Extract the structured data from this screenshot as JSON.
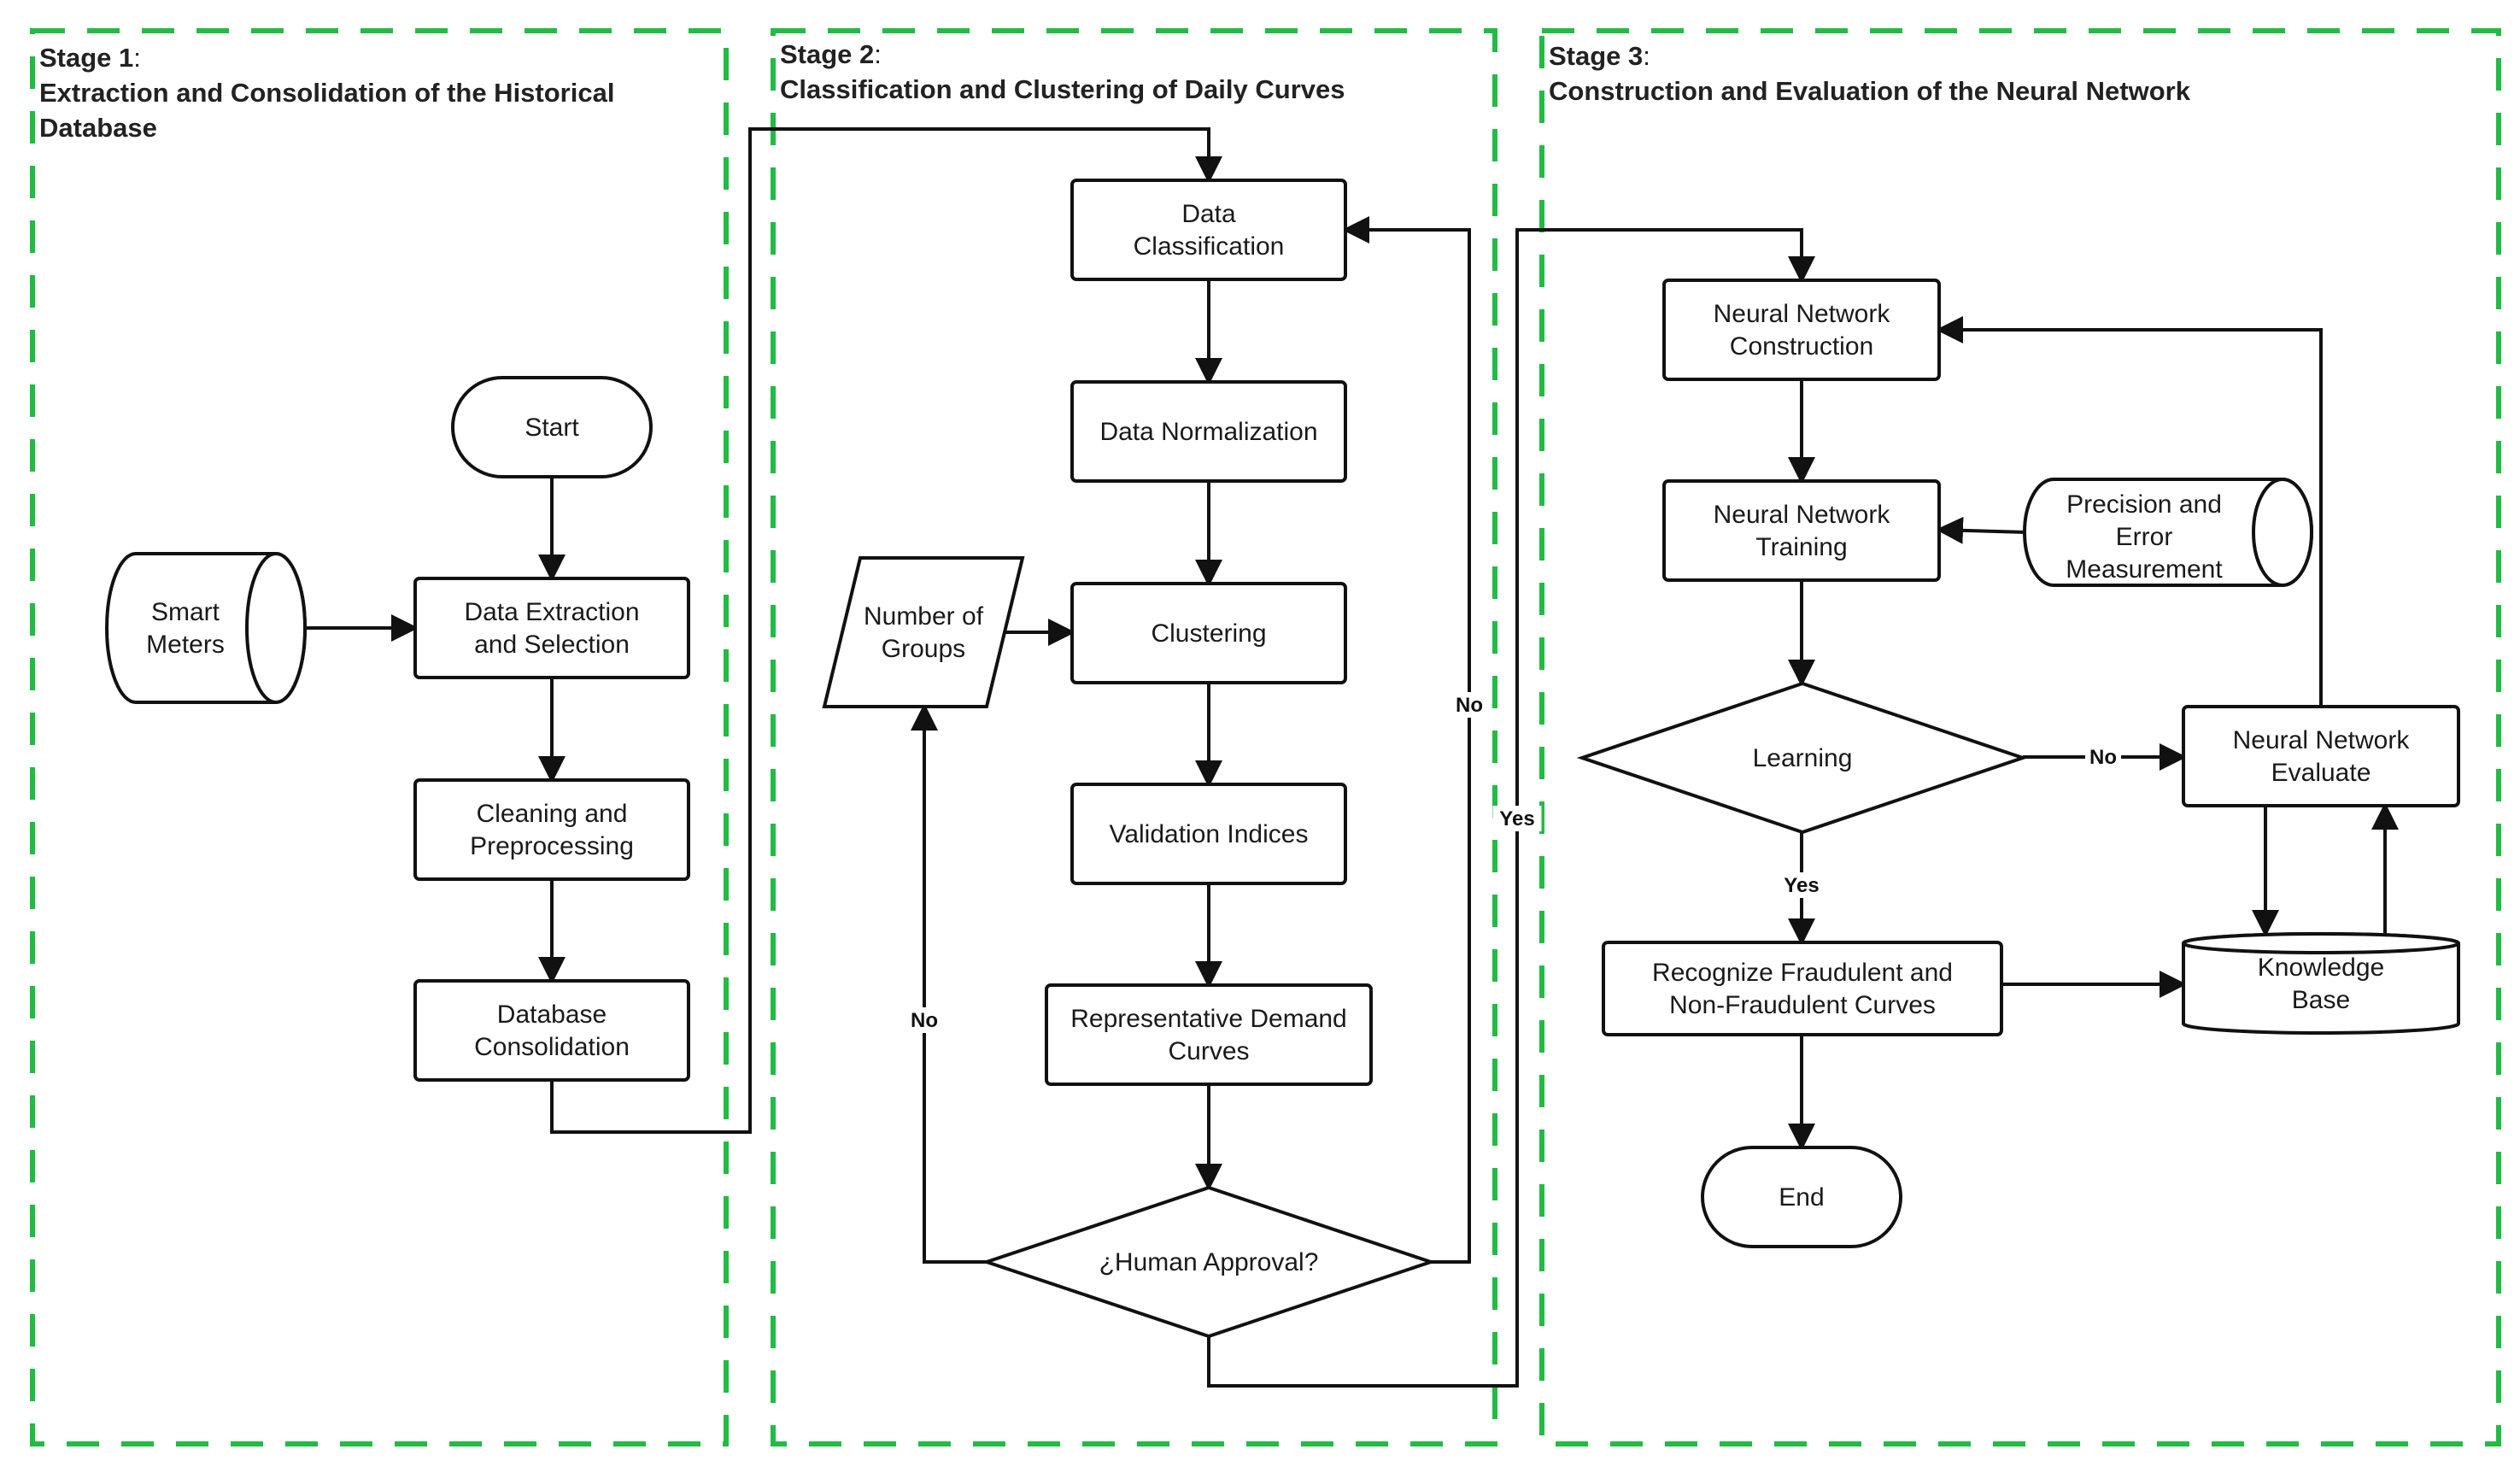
{
  "colors": {
    "stage_border": "#22bb44",
    "stroke": "#111111",
    "background": "#ffffff"
  },
  "stages": [
    {
      "id": "stage1",
      "prefix": "Stage 1",
      "suffix": ":",
      "title_lines": [
        "Extraction and Consolidation of the Historical",
        "Database"
      ]
    },
    {
      "id": "stage2",
      "prefix": "Stage 2",
      "suffix": ":",
      "title_lines": [
        "Classification and Clustering of Daily Curves"
      ]
    },
    {
      "id": "stage3",
      "prefix": "Stage 3",
      "suffix": ":",
      "title_lines": [
        "Construction and Evaluation of the Neural Network"
      ]
    }
  ],
  "nodes": {
    "start": {
      "shape": "terminal",
      "lines": [
        "Start"
      ]
    },
    "smart_meters": {
      "shape": "cylinder-horizontal",
      "lines": [
        "Smart",
        "Meters"
      ]
    },
    "data_extraction": {
      "shape": "process",
      "lines": [
        "Data Extraction",
        "and Selection"
      ]
    },
    "cleaning": {
      "shape": "process",
      "lines": [
        "Cleaning and",
        "Preprocessing"
      ]
    },
    "db_consolidation": {
      "shape": "process",
      "lines": [
        "Database",
        "Consolidation"
      ]
    },
    "data_classification": {
      "shape": "process",
      "lines": [
        "Data",
        "Classification"
      ]
    },
    "data_normalization": {
      "shape": "process",
      "lines": [
        "Data Normalization"
      ]
    },
    "number_of_groups": {
      "shape": "data",
      "lines": [
        "Number of",
        "Groups"
      ]
    },
    "clustering": {
      "shape": "process",
      "lines": [
        "Clustering"
      ]
    },
    "validation_indices": {
      "shape": "process",
      "lines": [
        "Validation Indices"
      ]
    },
    "representative_curves": {
      "shape": "process",
      "lines": [
        "Representative Demand",
        "Curves"
      ]
    },
    "human_approval": {
      "shape": "decision",
      "lines": [
        "¿Human Approval?"
      ]
    },
    "nn_construction": {
      "shape": "process",
      "lines": [
        "Neural Network",
        "Construction"
      ]
    },
    "nn_training": {
      "shape": "process",
      "lines": [
        "Neural Network",
        "Training"
      ]
    },
    "precision_error": {
      "shape": "cylinder-horizontal",
      "lines": [
        "Precision and",
        "Error",
        "Measurement"
      ]
    },
    "learning": {
      "shape": "decision",
      "lines": [
        "Learning"
      ]
    },
    "nn_evaluate": {
      "shape": "process",
      "lines": [
        "Neural Network",
        "Evaluate"
      ]
    },
    "recognize_curves": {
      "shape": "process",
      "lines": [
        "Recognize Fraudulent and",
        "Non-Fraudulent Curves"
      ]
    },
    "knowledge_base": {
      "shape": "cylinder-vertical",
      "lines": [
        "Knowledge",
        "Base"
      ]
    },
    "end": {
      "shape": "terminal",
      "lines": [
        "End"
      ]
    }
  },
  "edges": [
    {
      "id": "start-extraction",
      "from": "start",
      "to": "data_extraction",
      "label": ""
    },
    {
      "id": "meters-extraction",
      "from": "smart_meters",
      "to": "data_extraction",
      "label": ""
    },
    {
      "id": "extraction-cleaning",
      "from": "data_extraction",
      "to": "cleaning",
      "label": ""
    },
    {
      "id": "cleaning-consolidation",
      "from": "cleaning",
      "to": "db_consolidation",
      "label": ""
    },
    {
      "id": "consolidation-classification",
      "from": "db_consolidation",
      "to": "data_classification",
      "label": ""
    },
    {
      "id": "classification-normalization",
      "from": "data_classification",
      "to": "data_normalization",
      "label": ""
    },
    {
      "id": "normalization-clustering",
      "from": "data_normalization",
      "to": "clustering",
      "label": ""
    },
    {
      "id": "groups-clustering",
      "from": "number_of_groups",
      "to": "clustering",
      "label": ""
    },
    {
      "id": "clustering-validation",
      "from": "clustering",
      "to": "validation_indices",
      "label": ""
    },
    {
      "id": "validation-representative",
      "from": "validation_indices",
      "to": "representative_curves",
      "label": ""
    },
    {
      "id": "representative-approval",
      "from": "representative_curves",
      "to": "human_approval",
      "label": ""
    },
    {
      "id": "approval-groups-no",
      "from": "human_approval",
      "to": "number_of_groups",
      "label": "No"
    },
    {
      "id": "approval-classification-no",
      "from": "human_approval",
      "to": "data_classification",
      "label": "No"
    },
    {
      "id": "approval-construction-yes",
      "from": "human_approval",
      "to": "nn_construction",
      "label": "Yes"
    },
    {
      "id": "construction-training",
      "from": "nn_construction",
      "to": "nn_training",
      "label": ""
    },
    {
      "id": "precision-training",
      "from": "precision_error",
      "to": "nn_training",
      "label": ""
    },
    {
      "id": "training-learning",
      "from": "nn_training",
      "to": "learning",
      "label": ""
    },
    {
      "id": "learning-evaluate-no",
      "from": "learning",
      "to": "nn_evaluate",
      "label": "No"
    },
    {
      "id": "learning-recognize-yes",
      "from": "learning",
      "to": "recognize_curves",
      "label": "Yes"
    },
    {
      "id": "evaluate-construction",
      "from": "nn_evaluate",
      "to": "nn_construction",
      "label": ""
    },
    {
      "id": "evaluate-knowledge",
      "from": "nn_evaluate",
      "to": "knowledge_base",
      "label": ""
    },
    {
      "id": "knowledge-evaluate",
      "from": "knowledge_base",
      "to": "nn_evaluate",
      "label": ""
    },
    {
      "id": "recognize-knowledge",
      "from": "recognize_curves",
      "to": "knowledge_base",
      "label": ""
    },
    {
      "id": "recognize-end",
      "from": "recognize_curves",
      "to": "end",
      "label": ""
    }
  ]
}
